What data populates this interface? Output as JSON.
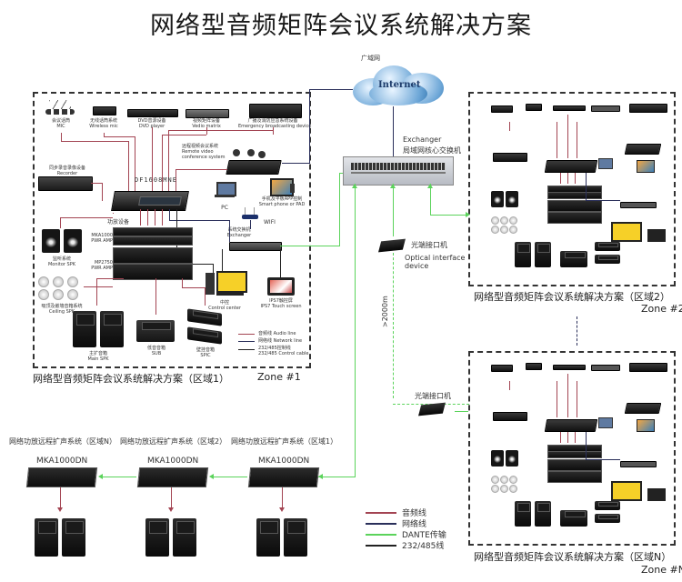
{
  "title": "网络型音频矩阵会议系统解决方案",
  "wan": {
    "label": "广域网",
    "cloud_text": "Internet"
  },
  "core_switch": {
    "en": "Exchanger",
    "cn": "局域网核心交换机"
  },
  "optical_top": {
    "cn": "光端接口机",
    "en1": "Optical interface",
    "en2": "device"
  },
  "optical_bottom": {
    "cn": "光端接口机"
  },
  "distance_label": ">2000m",
  "zone1": {
    "caption_cn": "网络型音频矩阵会议系统解决方案（区域1）",
    "caption_en": "Zone #1",
    "matrix_model": "DF1608MNE",
    "devices": {
      "mic": {
        "cn": "会议话筒",
        "en": "MIC"
      },
      "wireless_mic": {
        "cn": "无线话筒系统",
        "en": "Wireless mic"
      },
      "dvd": {
        "cn": "DVD音源设备",
        "en": "DVD player"
      },
      "vedio_matrix": {
        "cn": "视频矩阵设备",
        "en": "Vedio matrix"
      },
      "emergency": {
        "cn": "广播及消防应急系统设备",
        "en": "Emergency broadcasting device"
      },
      "recorder": {
        "cn": "同步录音录像设备",
        "en": "Recorder"
      },
      "video_conf": {
        "cn": "远程视频会议系统",
        "en1": "Remote video",
        "en2": "conference system"
      },
      "pc": {
        "en": "PC"
      },
      "smart_phone": {
        "cn": "手机及平板APP控制",
        "en": "Smart phone or PAD"
      },
      "wifi": {
        "en": "WIFI"
      },
      "exchanger": {
        "cn": "系统交换机",
        "en": "Exchanger"
      },
      "amp_group": {
        "cn": "功放设备"
      },
      "mka1000": {
        "model": "MKA1000",
        "en": "PWR AMP"
      },
      "mp2750": {
        "model": "MP2750",
        "en": "PWR AMP"
      },
      "monitor_spk": {
        "cn": "监听系统",
        "en": "Monitor SPK"
      },
      "ceiling_spk": {
        "cn": "吸顶及嵌墙音箱系统",
        "en": "Ceiling SPK"
      },
      "main_spk": {
        "cn": "主扩音箱",
        "en": "Main SPK"
      },
      "sub": {
        "cn": "低音音箱",
        "en": "SUB"
      },
      "spic": {
        "cn": "壁挂音箱",
        "en": "SPIC"
      },
      "control_center": {
        "cn": "中控",
        "en": "Control center"
      },
      "touch_screen": {
        "cn": "IPS7触控屏",
        "en": "IPS7 Touch screen"
      }
    },
    "legend": [
      {
        "cn": "音频线",
        "en": "Audio line",
        "color": "#a34452"
      },
      {
        "cn": "网络线",
        "en": "Network line",
        "color": "#2a2f5a"
      },
      {
        "cn": "232/485控制线",
        "en": "232/485 Control cable",
        "color": "#222222"
      }
    ]
  },
  "zone2": {
    "caption_cn": "网络型音频矩阵会议系统解决方案（区域2）",
    "caption_en": "Zone #2"
  },
  "zoneN": {
    "caption_cn": "网络型音频矩阵会议系统解决方案（区域N）",
    "caption_en": "Zone #N"
  },
  "remote_amps": [
    {
      "title": "网络功放远程扩声系统（区域N）",
      "model": "MKA1000DN"
    },
    {
      "title": "网络功放远程扩声系统（区域2）",
      "model": "MKA1000DN"
    },
    {
      "title": "网络功放远程扩声系统（区域1）",
      "model": "MKA1000DN"
    }
  ],
  "main_legend": [
    {
      "label": "音频线",
      "color": "#a34452"
    },
    {
      "label": "网络线",
      "color": "#2a2f5a"
    },
    {
      "label": "DANTE传输",
      "color": "#5bd35b"
    },
    {
      "label": "232/485线",
      "color": "#222222"
    }
  ]
}
